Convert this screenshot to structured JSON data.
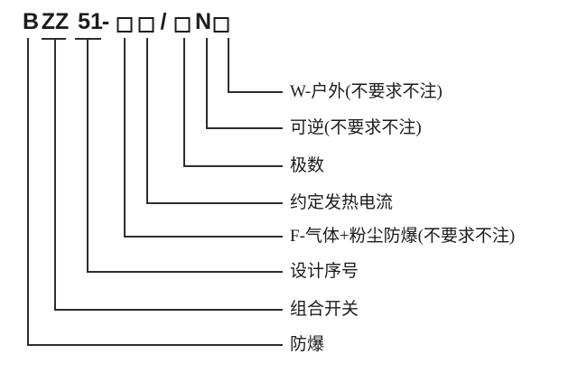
{
  "model_code": {
    "full": "B ZZ 51-□□/□N□",
    "segments": [
      "B",
      "ZZ",
      "51",
      "-",
      "□",
      "□",
      "/",
      "□",
      "N",
      "□"
    ]
  },
  "callouts": [
    "W-户外(不要求不注)",
    "可逆(不要求不注)",
    "极数",
    "约定发热电流",
    "F-气体+粉尘防爆(不要求不注)",
    "设计序号",
    "组合开关",
    "防爆"
  ],
  "colors": {
    "line": "#2d2d2d",
    "text": "#1c1c1c",
    "background": "#ffffff"
  }
}
